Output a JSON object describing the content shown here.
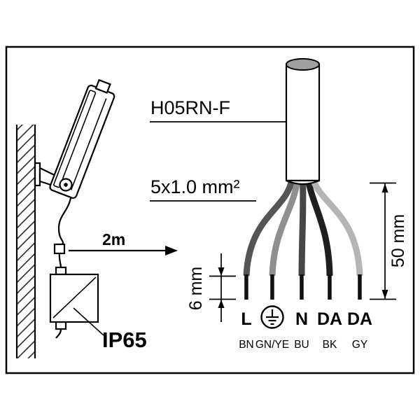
{
  "figure": {
    "kind": "floodlight-installation-diagram",
    "background": "#ffffff",
    "line_color": "#000000"
  },
  "labels": {
    "cable_type": "H05RN-F",
    "conductor_spec": "5x1.0 mm²",
    "cable_length": "2m",
    "ip_rating": "IP65",
    "strip_length": "50 mm",
    "tip_strip_length": "6 mm"
  },
  "terminals": [
    {
      "label": "L",
      "code": "BN"
    },
    {
      "label": "",
      "code": "GN/YE",
      "icon": "protective-earth-symbol"
    },
    {
      "label": "N",
      "code": "BU"
    },
    {
      "label": "DA",
      "code": "BK"
    },
    {
      "label": "DA",
      "code": "GY"
    }
  ],
  "wires": {
    "count": 5,
    "stroke_colors": [
      "#555555",
      "#8f8f8f",
      "#474747",
      "#1f1f1f",
      "#b5b5b5"
    ],
    "tip_color": "#111111",
    "jacket_cap_color": "#a0a0a0"
  }
}
